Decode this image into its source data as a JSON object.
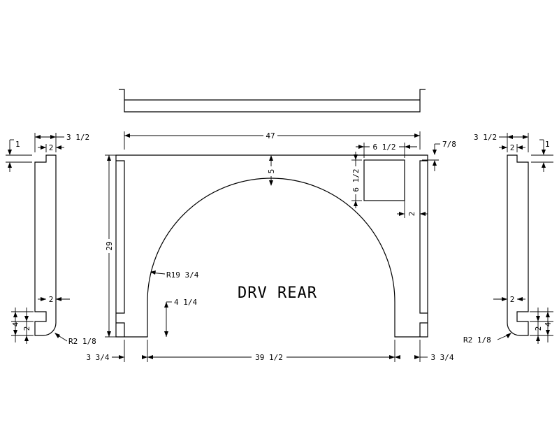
{
  "drawing": {
    "title": "DRV REAR",
    "dims": {
      "overall_width": "47",
      "height": "29",
      "arch_top_offset": "5",
      "arch_radius": "R19 3/4",
      "window_width": "6 1/2",
      "window_height": "6 1/2",
      "window_right_offset": "7/8",
      "window_bottom_offset": "2",
      "leg_height": "4 1/4",
      "left_leg_width": "3 3/4",
      "opening_width": "39 1/2",
      "right_leg_width": "3 3/4"
    },
    "left_side": {
      "width": "3 1/2",
      "notch_depth": "1",
      "notch_width": "2",
      "mid_width": "2",
      "bottom_height": "4",
      "bottom_notch": "2",
      "radius": "R2 1/8"
    },
    "right_side": {
      "width": "3 1/2",
      "notch_depth": "1",
      "notch_width": "2",
      "mid_width": "2",
      "bottom_height": "4",
      "bottom_notch": "2",
      "radius": "R2 1/8"
    }
  }
}
